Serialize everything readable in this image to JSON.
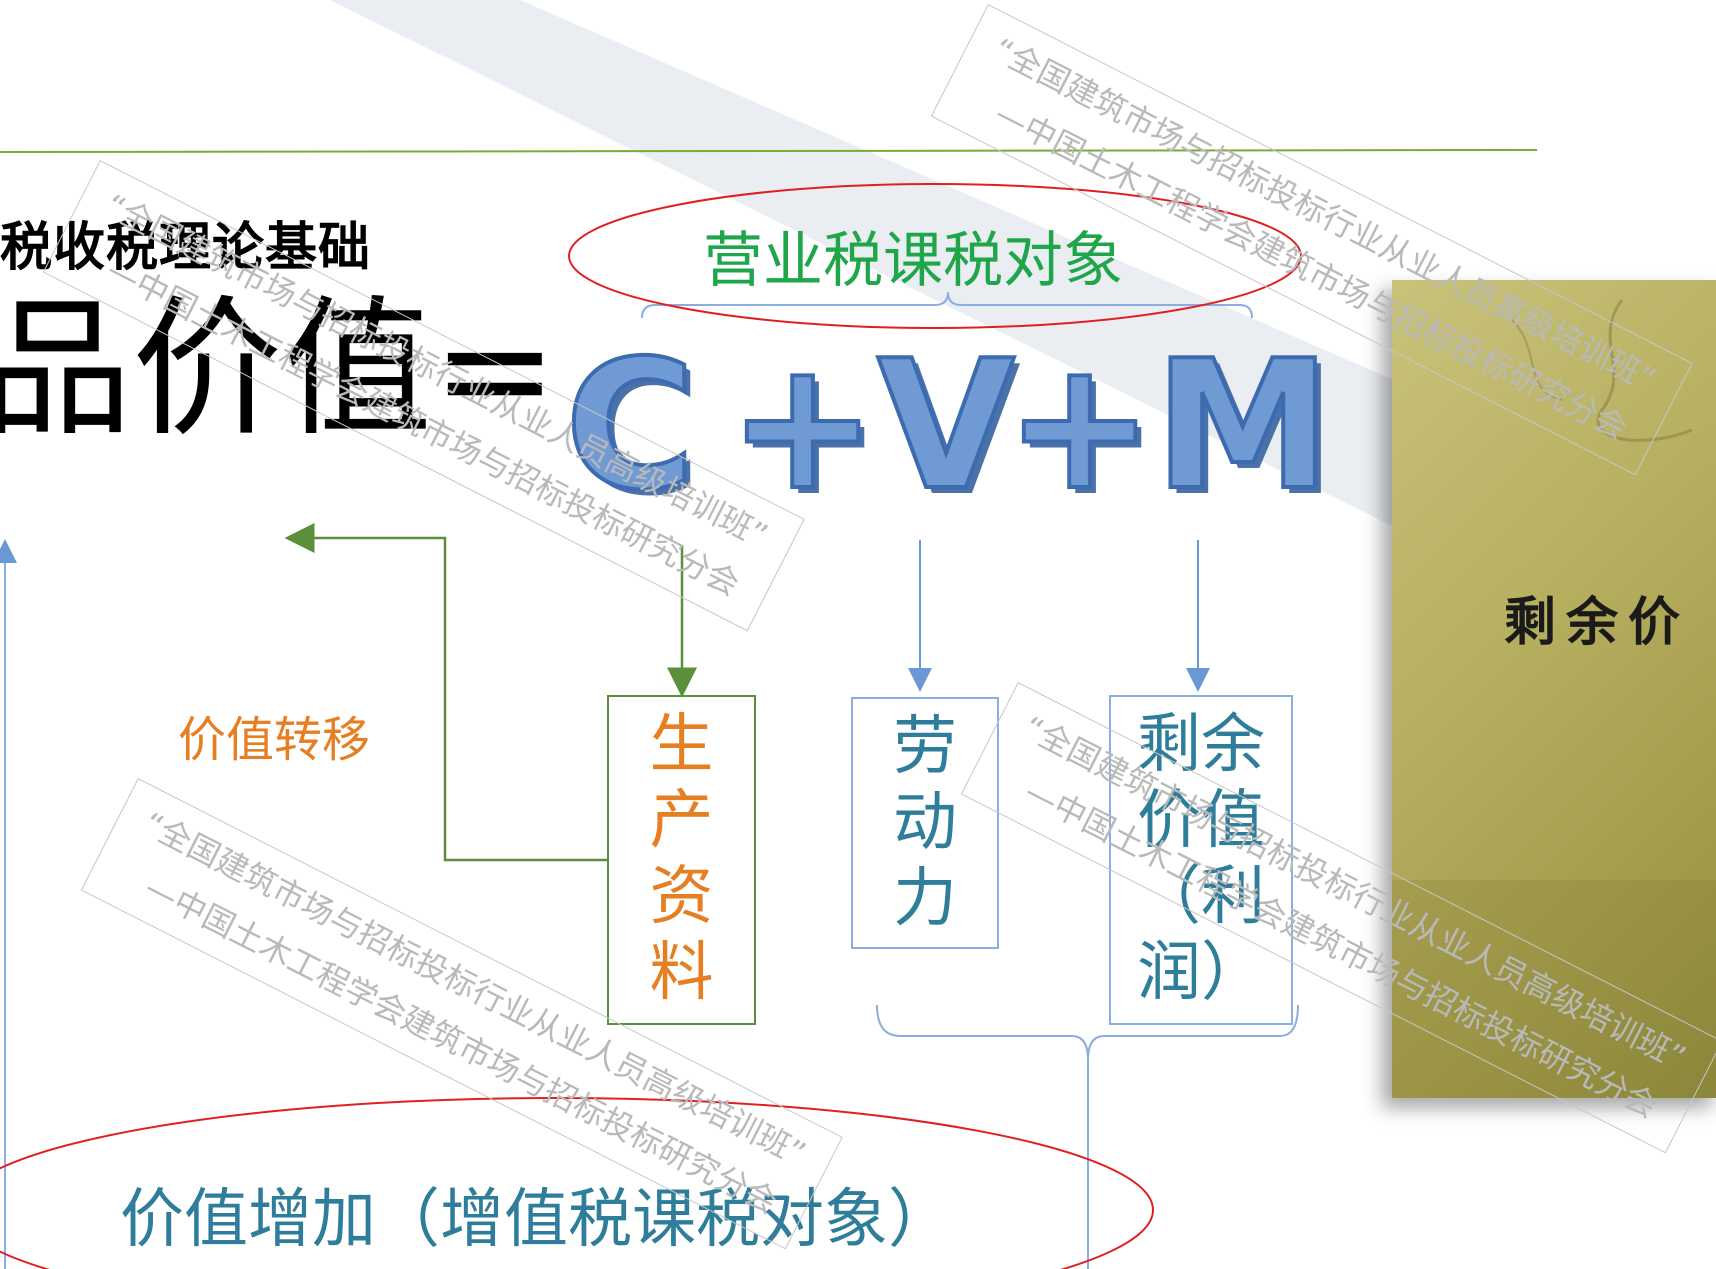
{
  "slide": {
    "subtitle": "税收税理论基础",
    "formula_prefix": "品价值=",
    "c_letter": "C",
    "v_term": "+V",
    "m_term": "+M",
    "top_label": "营业税课税对象",
    "transfer_label": "价值转移",
    "bottom_label": "价值增加（增值税课税对象）",
    "box_means": [
      "生",
      "产",
      "资",
      "料"
    ],
    "box_labor": [
      "劳",
      "动",
      "力"
    ],
    "box_surplus": [
      "剩余",
      "价值",
      "（利",
      "润）"
    ]
  },
  "photo": {
    "text": "剩余价"
  },
  "watermark": {
    "line1": "“全国建筑市场与招标投标行业从业人员高级培训班”",
    "line2": "—中国土木工程学会建筑市场与招标投标研究分会"
  },
  "colors": {
    "cvm_fill": "#6f9ad3",
    "top_label": "#1fa64a",
    "transfer_label": "#e67e22",
    "bottom_label": "#2e7d9a",
    "ellipse": "#e02020",
    "arrow_green": "#5c8f3a",
    "arrow_blue": "#6a98d4"
  }
}
